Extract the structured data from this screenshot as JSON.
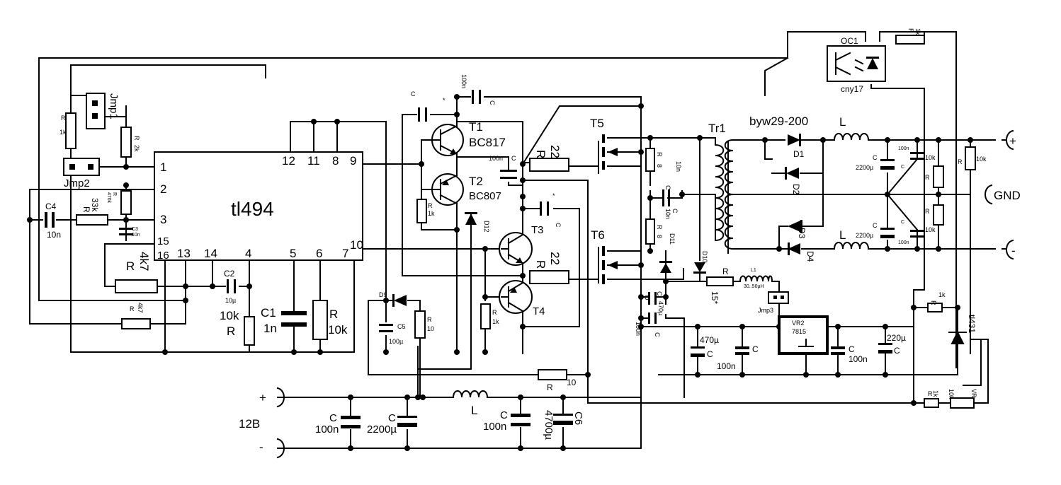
{
  "ic": {
    "name": "tl494",
    "pins": {
      "p1": "1",
      "p2": "2",
      "p3": "3",
      "p15": "15",
      "p16": "16",
      "p13": "13",
      "p14": "14",
      "p4": "4",
      "p5": "5",
      "p6": "6",
      "p7": "7",
      "p10": "10",
      "p12": "12",
      "p11": "11",
      "p8": "8",
      "p9": "9"
    }
  },
  "jumpers": {
    "jmp1": "Jmp1",
    "jmp2": "Jmp2",
    "jmp3": "Jmp3"
  },
  "transistors": {
    "t1": "T1",
    "t1_type": "BC817",
    "t2": "T2",
    "t2_type": "BC807",
    "t3": "T3",
    "t4": "T4",
    "t5": "T5",
    "t6": "T6"
  },
  "transformer": "Tr1",
  "diode_part": "byw29-200",
  "diodes": {
    "d1": "D1",
    "d2": "D2",
    "d3": "D3",
    "d4": "D4",
    "d9": "D9",
    "d10": "D10",
    "d11": "D11",
    "d12": "D12"
  },
  "optocoupler": {
    "name": "OC1",
    "type": "cny17"
  },
  "regulator": {
    "name": "VR2",
    "type": "7815"
  },
  "shunt": "tl431",
  "outputs": {
    "plus": "+",
    "gnd": "GND",
    "minus": "-"
  },
  "supply": {
    "plus": "+",
    "minus": "-",
    "voltage": "12B"
  },
  "labels": {
    "C": "C",
    "R": "R",
    "L": "L",
    "L1": "L1",
    "C1": "C1",
    "C2": "C2",
    "C3": "C3",
    "C4": "C4",
    "C5": "C5",
    "C6": "C6",
    "r1k": "1k",
    "r2k": "2k",
    "r10k": "10k",
    "r33k": "33k",
    "r470k": "470k",
    "r4k7": "4k7",
    "r22": "22",
    "r10": "10",
    "r15": "15*",
    "r8": "8",
    "c1n": "1n",
    "c10n": "10n",
    "c10u": "10µ",
    "c100n": "100n",
    "c100u": "100µ",
    "c220u": "220µ",
    "c470u": "470µ",
    "c2200u": "2200µ",
    "c4700u": "4700µ",
    "c100": "100n",
    "c10": "10n",
    "c10small": "10n",
    "star": "*",
    "vr": "VR",
    "l1val": "30..50µH"
  }
}
